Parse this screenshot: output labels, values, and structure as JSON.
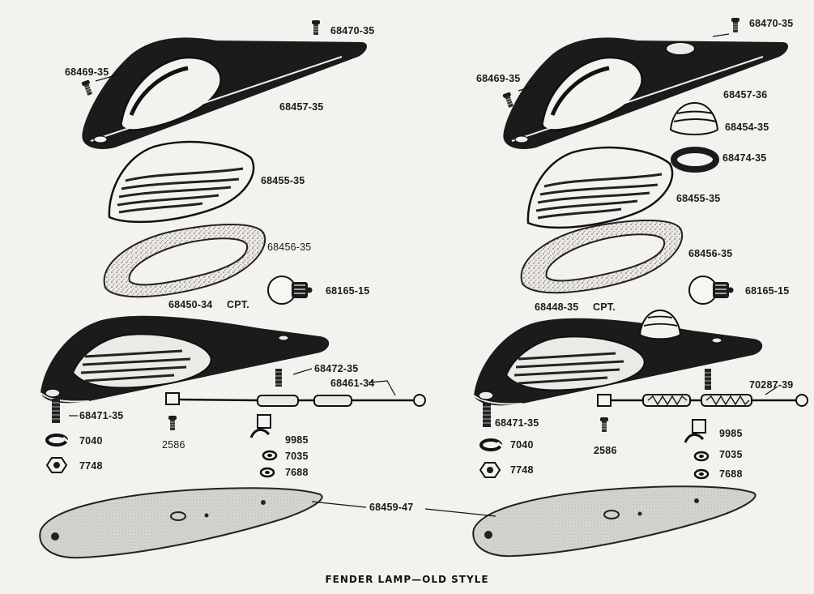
{
  "caption": "FENDER LAMP—OLD STYLE",
  "left": {
    "screw_top": "68470-35",
    "screw_side": "68469-35",
    "rim": "68457-35",
    "lens": "68455-35",
    "gasket": "68456-35",
    "assembly": "68450-34",
    "assembly_note": "CPT.",
    "bulb": "68165-15",
    "stud": "68472-35",
    "wire": "68461-34",
    "bolt": "68471-35",
    "lockwasher": "7040",
    "nut": "7748",
    "terminal_screw": "2586",
    "clip": "9985",
    "washer": "7035",
    "nut_small": "7688"
  },
  "right": {
    "screw_top": "68470-35",
    "screw_side": "68469-35",
    "rim": "68457-36",
    "dome": "68454-35",
    "dome_gasket": "68474-35",
    "lens": "68455-35",
    "gasket": "68456-35",
    "assembly": "68448-35",
    "assembly_note": "CPT.",
    "bulb": "68165-15",
    "wire": "70287-39",
    "bolt": "68471-35",
    "lockwasher": "7040",
    "nut": "7748",
    "terminal_screw": "2586",
    "clip": "9985",
    "washer": "7035",
    "nut_small": "7688"
  },
  "shared": {
    "base_pad": "68459-47"
  }
}
